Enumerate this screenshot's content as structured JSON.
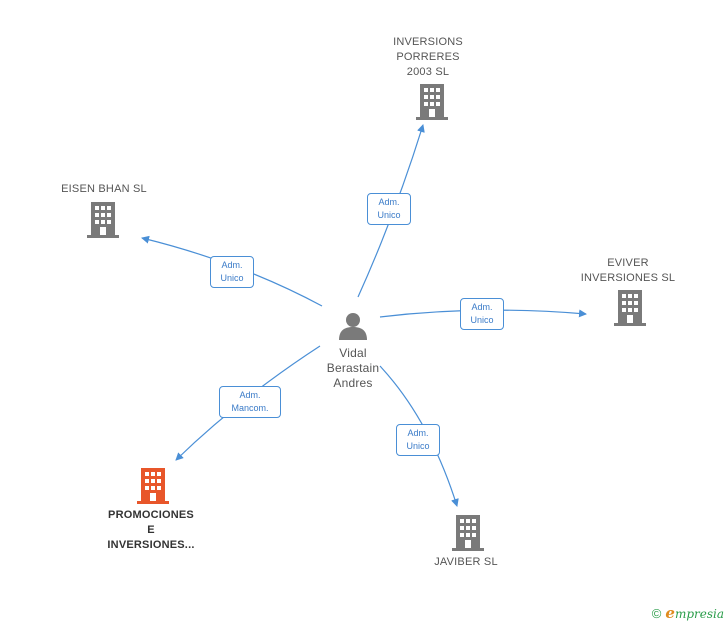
{
  "center": {
    "name_lines": [
      "Vidal",
      "Berastain",
      "Andres"
    ],
    "icon": "person-icon"
  },
  "companies": [
    {
      "id": "inversions",
      "lines": [
        "INVERSIONS",
        "PORRERES",
        "2003 SL"
      ],
      "icon": "building-icon",
      "highlight": false
    },
    {
      "id": "eisen",
      "lines": [
        "EISEN BHAN SL"
      ],
      "icon": "building-icon",
      "highlight": false
    },
    {
      "id": "eviver",
      "lines": [
        "EVIVER",
        "INVERSIONES SL"
      ],
      "icon": "building-icon",
      "highlight": false
    },
    {
      "id": "promociones",
      "lines": [
        "PROMOCIONES",
        "E",
        "INVERSIONES..."
      ],
      "icon": "building-icon",
      "highlight": true
    },
    {
      "id": "javiber",
      "lines": [
        "JAVIBER SL"
      ],
      "icon": "building-icon",
      "highlight": false
    }
  ],
  "relations": [
    {
      "to": "inversions",
      "lines": [
        "Adm.",
        "Unico"
      ]
    },
    {
      "to": "eisen",
      "lines": [
        "Adm.",
        "Unico"
      ]
    },
    {
      "to": "eviver",
      "lines": [
        "Adm.",
        "Unico"
      ]
    },
    {
      "to": "promociones",
      "lines": [
        "Adm.",
        "Mancom."
      ]
    },
    {
      "to": "javiber",
      "lines": [
        "Adm.",
        "Unico"
      ]
    }
  ],
  "colors": {
    "edge": "#4a8fd6",
    "building": "#7a7a7a",
    "building_highlight": "#e8562a",
    "person": "#7a7a7a"
  },
  "footer": {
    "copyright": "©",
    "brand_initial": "e",
    "brand_rest": "mpresia"
  }
}
